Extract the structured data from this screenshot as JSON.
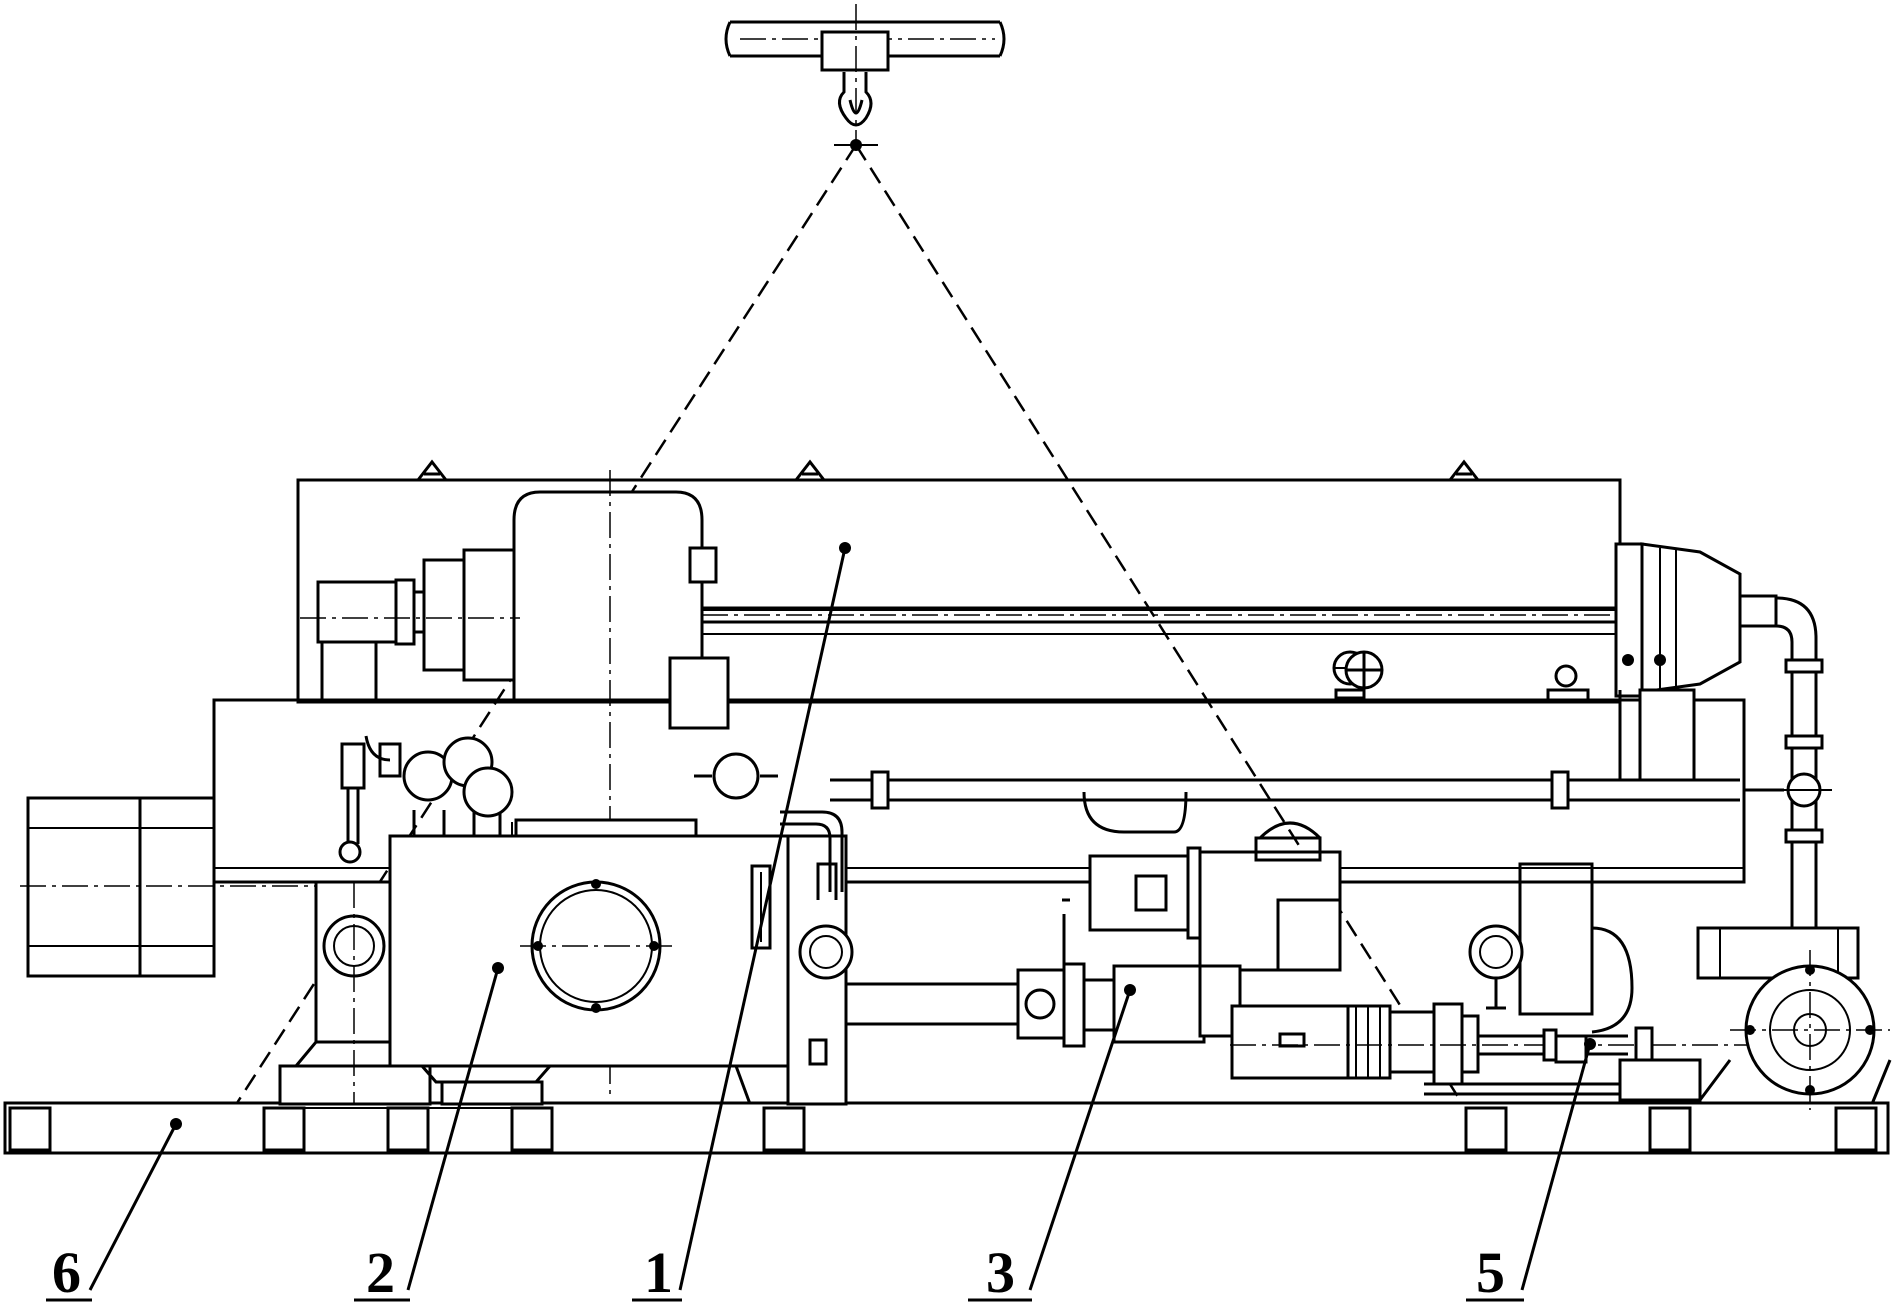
{
  "callouts": {
    "c1": "1",
    "c2": "2",
    "c3": "3",
    "c5": "5",
    "c6": "6"
  }
}
